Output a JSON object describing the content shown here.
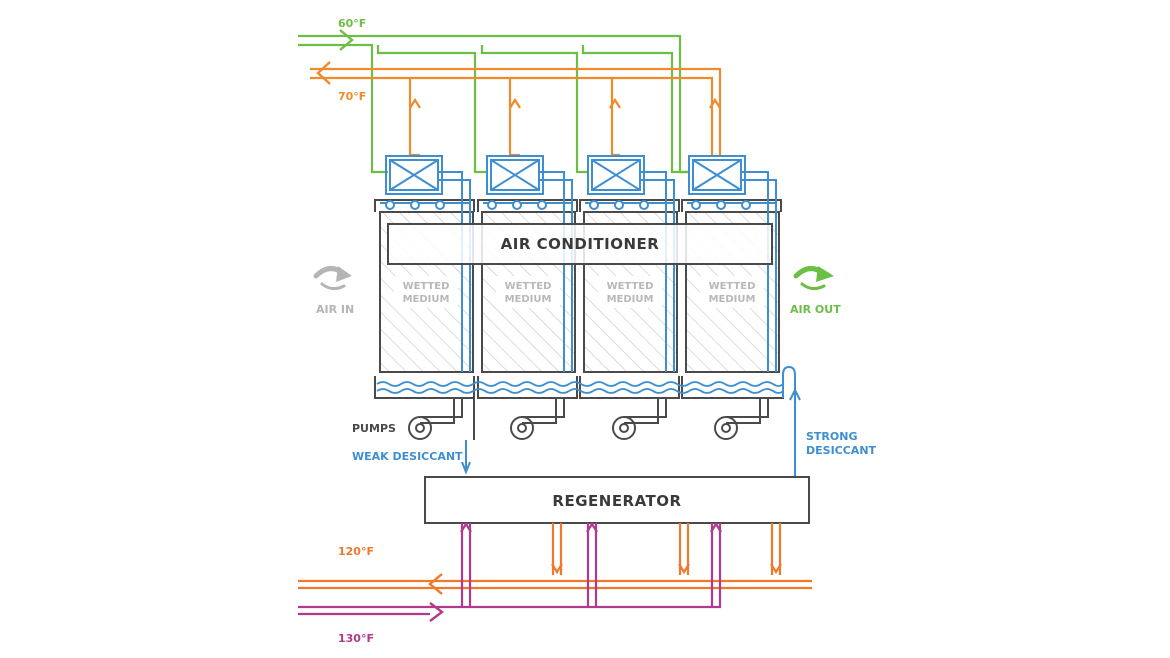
{
  "labels": {
    "cold_water_supply": "60°F",
    "cold_water_return": "70°F",
    "hot_water_return": "120°F",
    "hot_water_supply": "130°F",
    "air_conditioner": "AIR CONDITIONER",
    "regenerator": "REGENERATOR",
    "air_in": "AIR IN",
    "air_out": "AIR OUT",
    "pumps": "PUMPS",
    "weak_desiccant": "WEAK DESICCANT",
    "strong_desiccant_line1": "STRONG",
    "strong_desiccant_line2": "DESICCANT",
    "wetted_medium_line1": "WETTED",
    "wetted_medium_line2": "MEDIUM"
  },
  "module_count": 4,
  "colors": {
    "cold_supply": "#6cbe45",
    "cold_return": "#f08a2c",
    "desiccant": "#3d8fd1",
    "hot_return": "#f07a2a",
    "hot_supply": "#b13a8c",
    "frame": "#4a4a4a",
    "air_in": "#b5b5b5",
    "air_out": "#6cbe45"
  }
}
